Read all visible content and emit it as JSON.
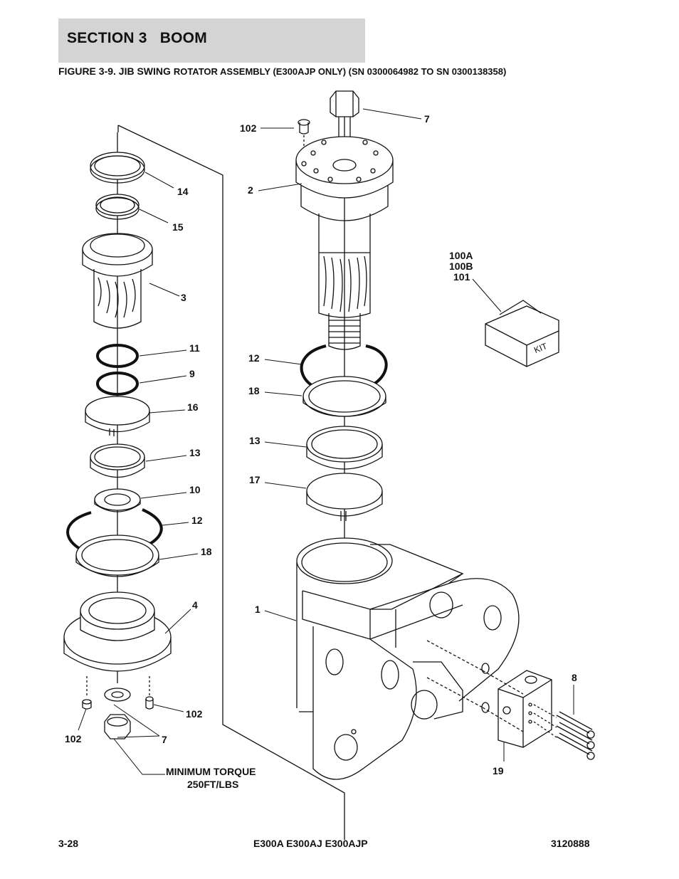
{
  "header": {
    "section_title": "SECTION 3   BOOM"
  },
  "figure": {
    "title_main": "FIGURE 3-9. JIB SWING ",
    "title_sub": "ROTATOR ASSEMBLY (E300AJP ONLY) (SN 0300064982 TO SN 0300138358)"
  },
  "callouts": {
    "c7_top": "7",
    "c102_top": "102",
    "c2": "2",
    "c14": "14",
    "c15": "15",
    "c3": "3",
    "c100a": "100A",
    "c100b": "100B",
    "c101": "101",
    "c11": "11",
    "c9": "9",
    "c16": "16",
    "c13_left": "13",
    "c10": "10",
    "c12_left": "12",
    "c18_left": "18",
    "c4": "4",
    "c12_right": "12",
    "c18_right": "18",
    "c13_right": "13",
    "c17": "17",
    "c1": "1",
    "c8": "8",
    "c19": "19",
    "c102_right": "102",
    "c102_left": "102",
    "c7_bottom": "7",
    "torque_line1": "MINIMUM TORQUE",
    "torque_line2": "250FT/LBS",
    "kit_label": "KIT"
  },
  "footer": {
    "page_number": "3-28",
    "models": "E300A E300AJ E300AJP",
    "doc_number": "3120888"
  }
}
